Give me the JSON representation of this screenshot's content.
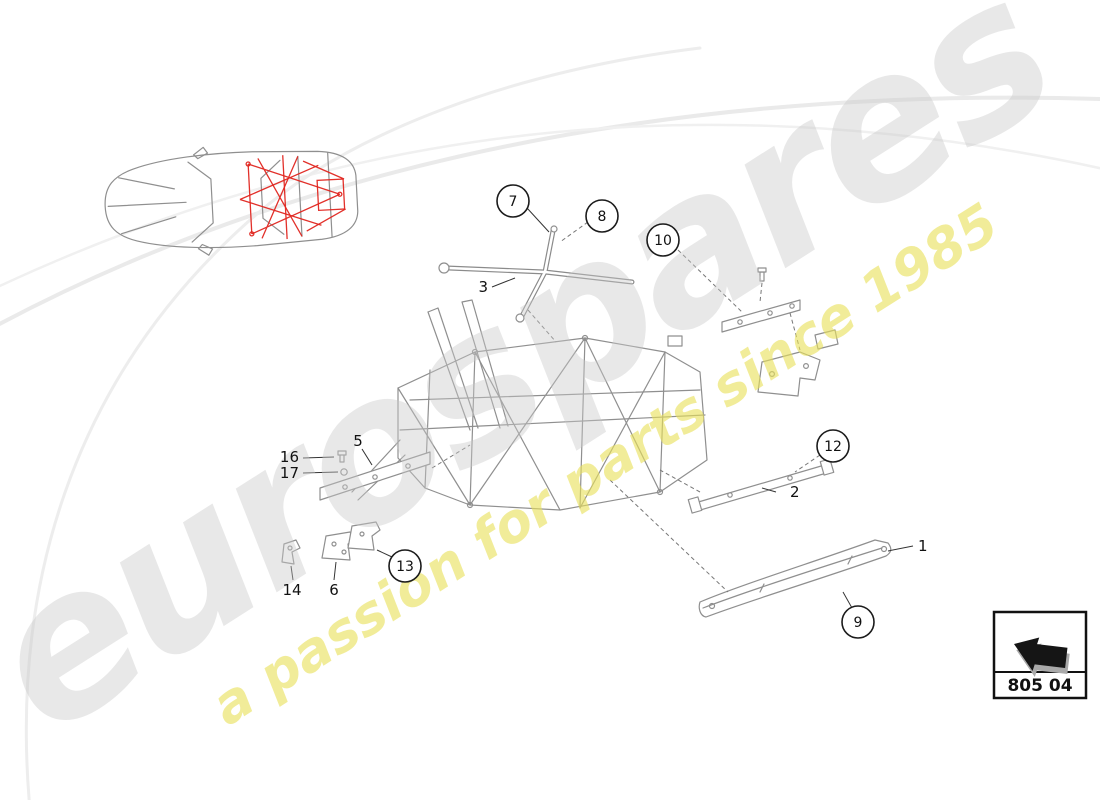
{
  "page": {
    "part_code": "805 04"
  },
  "watermark": {
    "brand": "eurospares",
    "tagline": "a passion for parts since 1985"
  },
  "callouts": {
    "c7": "7",
    "c8": "8",
    "c9": "9",
    "c10": "10",
    "c12": "12",
    "c13": "13"
  },
  "labels": {
    "n1": "1",
    "n2": "2",
    "n3": "3",
    "n5": "5",
    "n6": "6",
    "n14": "14",
    "n16": "16",
    "n17": "17"
  },
  "colors": {
    "highlight_red": "#e0251f",
    "watermark_gray": "#c9c9c9",
    "watermark_yellow": "#e9e15a"
  }
}
